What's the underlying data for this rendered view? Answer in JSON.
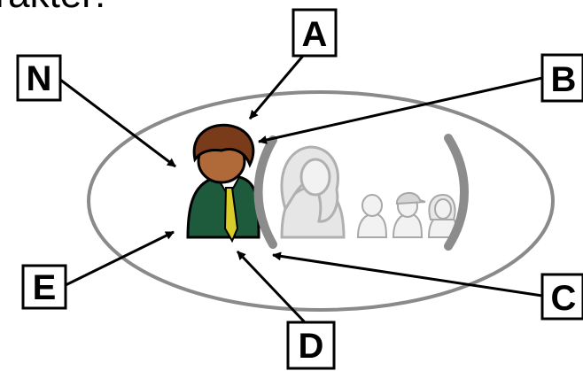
{
  "title_fragment": "arakter:",
  "labels": {
    "A": "A",
    "B": "B",
    "C": "C",
    "D": "D",
    "E": "E",
    "N": "N"
  },
  "icons": {
    "main_person": "businessman-icon",
    "ghost_large": "woman-silhouette-icon",
    "ghost_small": [
      "person-icon",
      "person-with-cap-icon",
      "woman-icon"
    ]
  },
  "colors": {
    "ellipse": "#8a8a8a",
    "suit": "#1e5a3c",
    "hair": "#7a3b1a",
    "face": "#b06a3a",
    "tie": "#d8cc2a",
    "ghost": "#b5b5b5",
    "bracket": "#8c8c8c"
  }
}
